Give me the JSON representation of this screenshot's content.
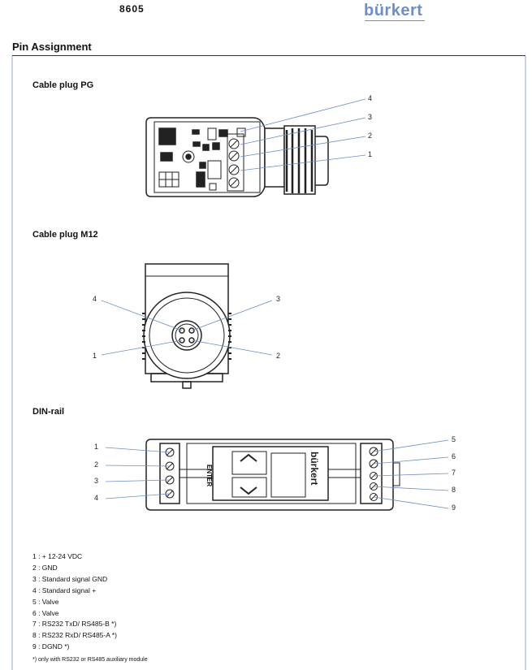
{
  "header": {
    "model": "8605",
    "brand": "bürkert"
  },
  "section": {
    "title": "Pin Assignment"
  },
  "pg": {
    "title": "Cable plug PG",
    "labels": [
      "4",
      "3",
      "2",
      "1"
    ]
  },
  "m12": {
    "title": "Cable plug M12",
    "labels": {
      "top_left": "4",
      "top_right": "3",
      "bottom_left": "1",
      "bottom_right": "2"
    }
  },
  "din": {
    "title": "DIN-rail",
    "enter_label": "ENTER",
    "brand_vertical": "bürkert",
    "left_labels": [
      "1",
      "2",
      "3",
      "4"
    ],
    "right_labels": [
      "5",
      "6",
      "7",
      "8",
      "9"
    ]
  },
  "legend": [
    "1 : + 12-24 VDC",
    "2 : GND",
    "3 : Standard signal GND",
    "4 : Standard signal +",
    "5 : Valve",
    "6 : Valve",
    "7 : RS232 TxD/ RS485-B *)",
    "8 : RS232 RxD/ RS485-A *)",
    "9 : DGND *)"
  ],
  "footnote": "*) only with RS232 or RS485 auxiliary module"
}
